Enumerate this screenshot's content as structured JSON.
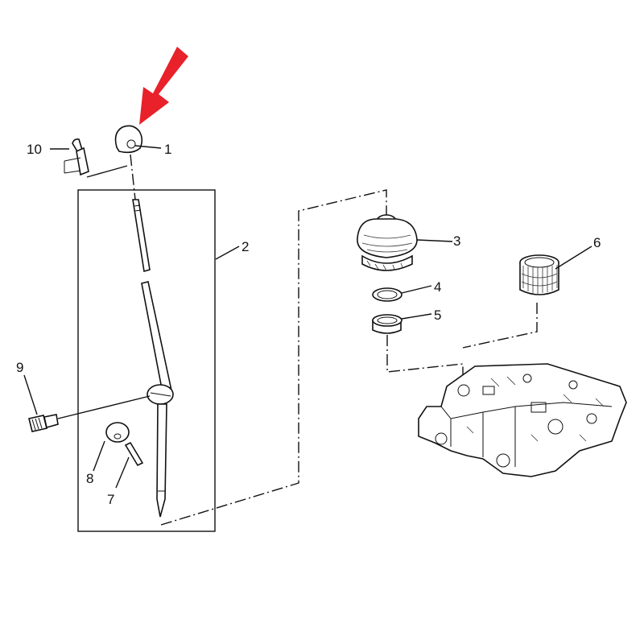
{
  "diagram": {
    "callouts": {
      "c1": "1",
      "c2": "2",
      "c3": "3",
      "c4": "4",
      "c5": "5",
      "c6": "6",
      "c7": "7",
      "c8": "8",
      "c9": "9",
      "c10": "10"
    },
    "colors": {
      "line": "#111111",
      "arrow": "#e8212a",
      "background": "#ffffff"
    },
    "icons": {
      "arrow": "red-pointer-arrow-icon"
    }
  }
}
